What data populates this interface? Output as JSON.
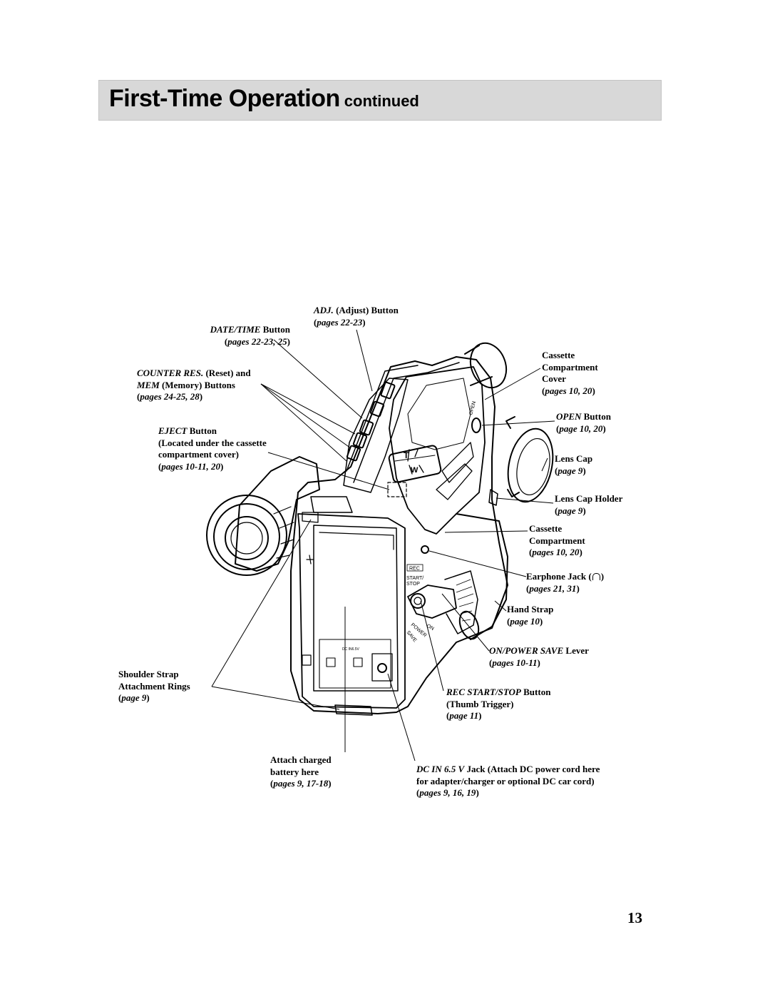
{
  "header": {
    "title": "First-Time Operation",
    "continued": "continued"
  },
  "page_number": "13",
  "labels": {
    "adj": {
      "name": "ADJ.",
      "text": " (Adjust) Button",
      "ref": "pages 22-23"
    },
    "datetime": {
      "name": "DATE/TIME",
      "text": " Button",
      "ref": "pages 22-23, 25"
    },
    "counter": {
      "name": "COUNTER RES.",
      "text": " (Reset) and",
      "name2": "MEM",
      "text2": " (Memory) Buttons",
      "ref": "pages 24-25, 28"
    },
    "eject": {
      "name": "EJECT",
      "text": " Button",
      "line2": "(Located under the cassette",
      "line3": "compartment cover)",
      "ref": "pages 10-11, 20"
    },
    "shoulder": {
      "line1": "Shoulder Strap",
      "line2": "Attachment Rings",
      "ref": "page 9"
    },
    "battery": {
      "line1": "Attach charged",
      "line2": "battery here",
      "ref": "pages 9, 17-18"
    },
    "cassette_cover": {
      "line1": "Cassette",
      "line2": "Compartment",
      "line3": "Cover",
      "ref": "pages 10, 20"
    },
    "open": {
      "name": "OPEN",
      "text": " Button",
      "ref": "page 10, 20"
    },
    "lens_cap": {
      "line1": "Lens Cap",
      "ref": "page 9"
    },
    "lens_cap_holder": {
      "line1": "Lens Cap Holder",
      "ref": "page 9"
    },
    "cassette_comp": {
      "line1": "Cassette",
      "line2": "Compartment",
      "ref": "pages 10, 20"
    },
    "earphone": {
      "line1": "Earphone Jack (",
      "line1b": ")",
      "ref": "pages 21, 31"
    },
    "hand_strap": {
      "line1": "Hand Strap",
      "ref": "page 10"
    },
    "power_save": {
      "name": "ON/POWER SAVE",
      "text": " Lever",
      "ref": "pages 10-11"
    },
    "rec": {
      "name": "REC START/STOP",
      "text": " Button",
      "line2": "(Thumb Trigger)",
      "ref": "page 11"
    },
    "dcin": {
      "name": "DC IN 6.5 V",
      "text": " Jack (Attach DC power cord here",
      "line2": "for adapter/charger or optional DC car cord)",
      "ref": "pages 9, 16, 19"
    }
  },
  "device_markings": {
    "rec": "REC",
    "start_stop_1": "START/",
    "start_stop_2": "STOP",
    "on": "ON",
    "power": "POWER",
    "save": "SAVE",
    "open": "OPEN",
    "dc_in": "DC IN6.5V",
    "tele": "T",
    "wide": "W"
  },
  "icons": {
    "earphone": "headphone-icon"
  }
}
